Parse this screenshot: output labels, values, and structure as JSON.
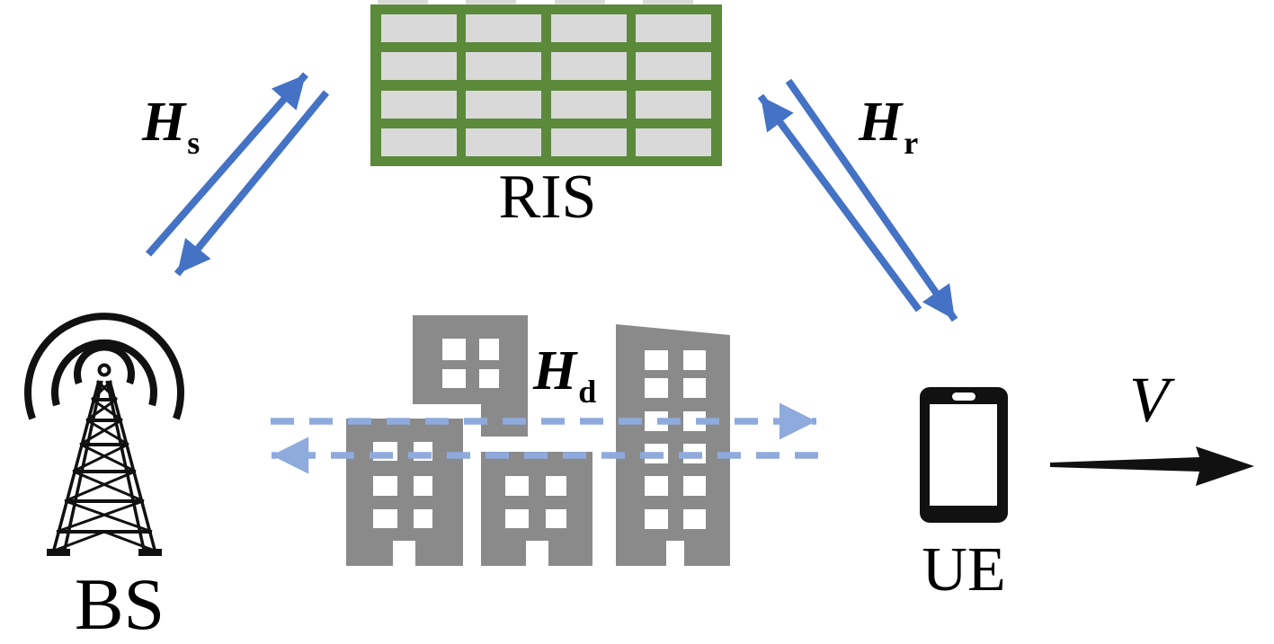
{
  "diagram": {
    "nodes": {
      "bs": {
        "label": "BS"
      },
      "ris": {
        "label": "RIS"
      },
      "ue": {
        "label": "UE"
      }
    },
    "channels": {
      "bs_ris": {
        "symbol": "H",
        "subscript": "s"
      },
      "ris_ue": {
        "symbol": "H",
        "subscript": "r"
      },
      "bs_ue_direct": {
        "symbol": "H",
        "subscript": "d"
      }
    },
    "velocity_label": "V",
    "colors": {
      "blue": "#4472C4",
      "lightblue": "#8FAADC",
      "green": "#5A8A3A",
      "cellgray": "#D9D9D9",
      "bldg": "#8A8A8A",
      "ink": "#111111"
    }
  }
}
